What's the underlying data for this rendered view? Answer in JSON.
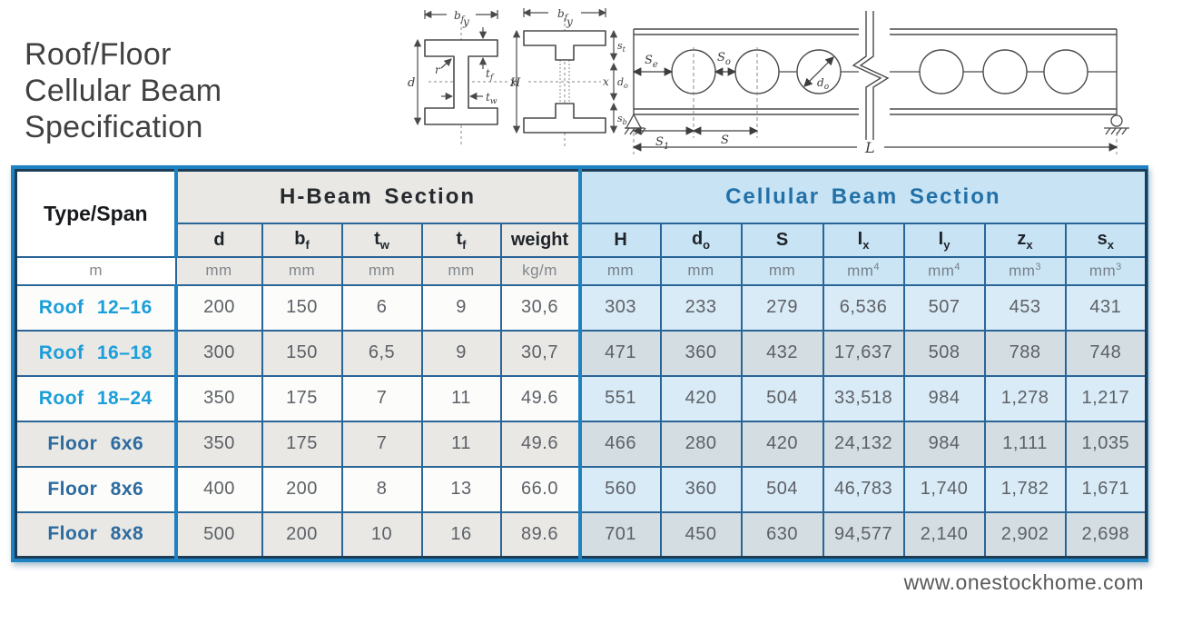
{
  "title": {
    "lines": [
      "Roof/Floor",
      "Cellular Beam",
      "Specification"
    ]
  },
  "footer": {
    "url": "www.onestockhome.com"
  },
  "colors": {
    "accent_blue": "#1e82c2",
    "roof_label": "#1b9ed9",
    "floor_label": "#2d6b9f",
    "hbeam_header_bg": "#e9e8e5",
    "cellular_header_bg": "#c8e3f4",
    "cellular_title_text": "#2270a8"
  },
  "diagrams": {
    "hbeam_section": {
      "bf": "b",
      "bf_sub": "f",
      "y": "y",
      "d": "d",
      "x": "x",
      "r": "r",
      "tf": "t",
      "tf_sub": "f",
      "tw": "t",
      "tw_sub": "w"
    },
    "tee_section": {
      "bf": "b",
      "bf_sub": "f",
      "y": "y",
      "H": "H",
      "x": "x",
      "do": "d",
      "do_sub": "o",
      "st": "s",
      "st_sub": "t",
      "sb": "s",
      "sb_sub": "b"
    },
    "elevation": {
      "se": "S",
      "se_sub": "e",
      "so": "S",
      "so_sub": "o",
      "do": "d",
      "do_sub": "o",
      "s1": "S",
      "s1_sub": "1",
      "s": "S",
      "L": "L"
    }
  },
  "table": {
    "corner_header": "Type/Span",
    "corner_unit": "m",
    "sections": [
      {
        "label": "H-Beam Section"
      },
      {
        "label": "Cellular Beam Section"
      }
    ],
    "columns": [
      {
        "base": "d",
        "sub": "",
        "unit": "mm",
        "unit_sup": ""
      },
      {
        "base": "b",
        "sub": "f",
        "unit": "mm",
        "unit_sup": ""
      },
      {
        "base": "t",
        "sub": "w",
        "unit": "mm",
        "unit_sup": ""
      },
      {
        "base": "t",
        "sub": "f",
        "unit": "mm",
        "unit_sup": ""
      },
      {
        "base": "weight",
        "sub": "",
        "unit": "kg/m",
        "unit_sup": ""
      },
      {
        "base": "H",
        "sub": "",
        "unit": "mm",
        "unit_sup": ""
      },
      {
        "base": "d",
        "sub": "o",
        "unit": "mm",
        "unit_sup": ""
      },
      {
        "base": "S",
        "sub": "",
        "unit": "mm",
        "unit_sup": ""
      },
      {
        "base": "I",
        "sub": "x",
        "unit": "mm",
        "unit_sup": "4"
      },
      {
        "base": "I",
        "sub": "y",
        "unit": "mm",
        "unit_sup": "4"
      },
      {
        "base": "z",
        "sub": "x",
        "unit": "mm",
        "unit_sup": "3"
      },
      {
        "base": "s",
        "sub": "x",
        "unit": "mm",
        "unit_sup": "3"
      }
    ],
    "rows": [
      {
        "label": "Roof 12–16",
        "type": "roof",
        "values": [
          "200",
          "150",
          "6",
          "9",
          "30,6",
          "303",
          "233",
          "279",
          "6,536",
          "507",
          "453",
          "431"
        ]
      },
      {
        "label": "Roof 16–18",
        "type": "roof",
        "values": [
          "300",
          "150",
          "6,5",
          "9",
          "30,7",
          "471",
          "360",
          "432",
          "17,637",
          "508",
          "788",
          "748"
        ]
      },
      {
        "label": "Roof 18–24",
        "type": "roof",
        "values": [
          "350",
          "175",
          "7",
          "11",
          "49.6",
          "551",
          "420",
          "504",
          "33,518",
          "984",
          "1,278",
          "1,217"
        ]
      },
      {
        "label": "Floor 6x6",
        "type": "floor",
        "values": [
          "350",
          "175",
          "7",
          "11",
          "49.6",
          "466",
          "280",
          "420",
          "24,132",
          "984",
          "1,111",
          "1,035"
        ]
      },
      {
        "label": "Floor 8x6",
        "type": "floor",
        "values": [
          "400",
          "200",
          "8",
          "13",
          "66.0",
          "560",
          "360",
          "504",
          "46,783",
          "1,740",
          "1,782",
          "1,671"
        ]
      },
      {
        "label": "Floor 8x8",
        "type": "floor",
        "values": [
          "500",
          "200",
          "10",
          "16",
          "89.6",
          "701",
          "450",
          "630",
          "94,577",
          "2,140",
          "2,902",
          "2,698"
        ]
      }
    ]
  }
}
